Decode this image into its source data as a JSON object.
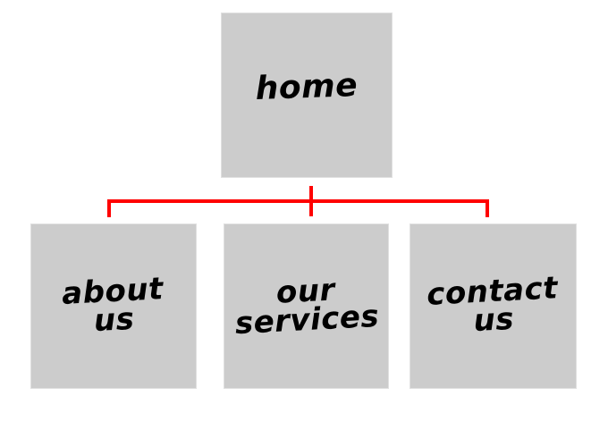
{
  "diagram": {
    "type": "sitemap-hierarchy",
    "hierarchy": {
      "root": "home",
      "children": [
        "about us",
        "our services",
        "contact us"
      ]
    },
    "nodes": {
      "home": {
        "label": "home"
      },
      "about": {
        "line1": "about",
        "line2": "us"
      },
      "services": {
        "line1": "our",
        "line2": "services"
      },
      "contact": {
        "line1": "contact",
        "line2": "us"
      }
    },
    "colors": {
      "box_fill": "#cccccc",
      "box_border": "#e0e0e0",
      "connector": "#ff0000",
      "text": "#000000"
    }
  }
}
